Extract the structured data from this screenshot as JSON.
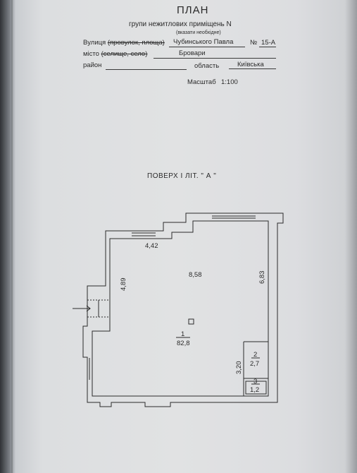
{
  "header": {
    "title": "ПЛАН",
    "subtitle": "групи нежитлових приміщень N",
    "note": "(вказати необхідне)"
  },
  "address": {
    "street_label_prefix": "Вулиця ",
    "street_label_struck": "(провулок, площа)",
    "street_value": "Чубинського Павла",
    "number_label": "№",
    "number_value": "15-А",
    "city_label_prefix": "місто ",
    "city_label_struck": "(селище, село)",
    "city_value": "Бровари",
    "district_label": "район",
    "region_label": "область",
    "region_value": "Київська"
  },
  "scale": {
    "label": "Масштаб",
    "value": "1:100"
  },
  "floor": {
    "title": "ПОВЕРХ І ЛІТ. \" А \""
  },
  "plan": {
    "dimensions": {
      "top_wall": "4,42",
      "top_span": "8,58",
      "left_wall": "4,89",
      "right_wall": "6,83",
      "small_rooms": "3,20"
    },
    "rooms": [
      {
        "number": "1",
        "area": "82,8"
      },
      {
        "number": "2",
        "area": "2,7"
      },
      {
        "number": "3",
        "area": "1,2"
      }
    ]
  }
}
